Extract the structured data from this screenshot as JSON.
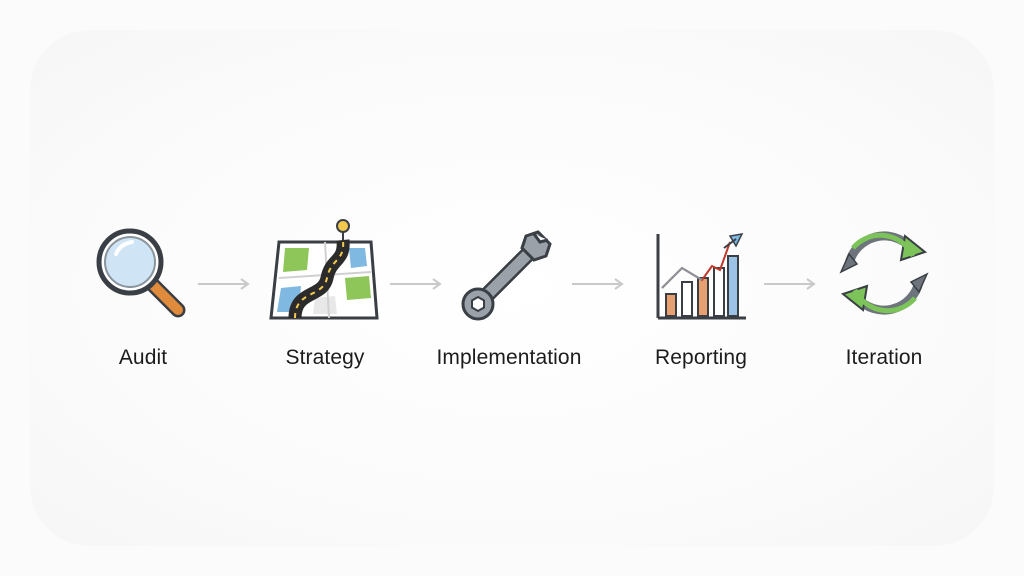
{
  "steps": [
    {
      "label": "Audit",
      "icon": "magnifying-glass-icon"
    },
    {
      "label": "Strategy",
      "icon": "road-map-icon"
    },
    {
      "label": "Implementation",
      "icon": "wrench-icon"
    },
    {
      "label": "Reporting",
      "icon": "bar-chart-icon"
    },
    {
      "label": "Iteration",
      "icon": "cycle-arrows-icon"
    }
  ],
  "colors": {
    "outline": "#3a3f45",
    "handle": "#e08a3c",
    "lens": "#cfe4f5",
    "road": "#2b2b2b",
    "map_green": "#8fc65a",
    "map_blue": "#7fb8e0",
    "wrench": "#9aa1a8",
    "bar_orange": "#e9a070",
    "bar_blue": "#9cc3e6",
    "trend_red": "#c0392b",
    "cycle_green": "#7cc35a",
    "cycle_gray": "#6d747b",
    "connector": "#c9c9c9",
    "text": "#1c1c1c"
  }
}
